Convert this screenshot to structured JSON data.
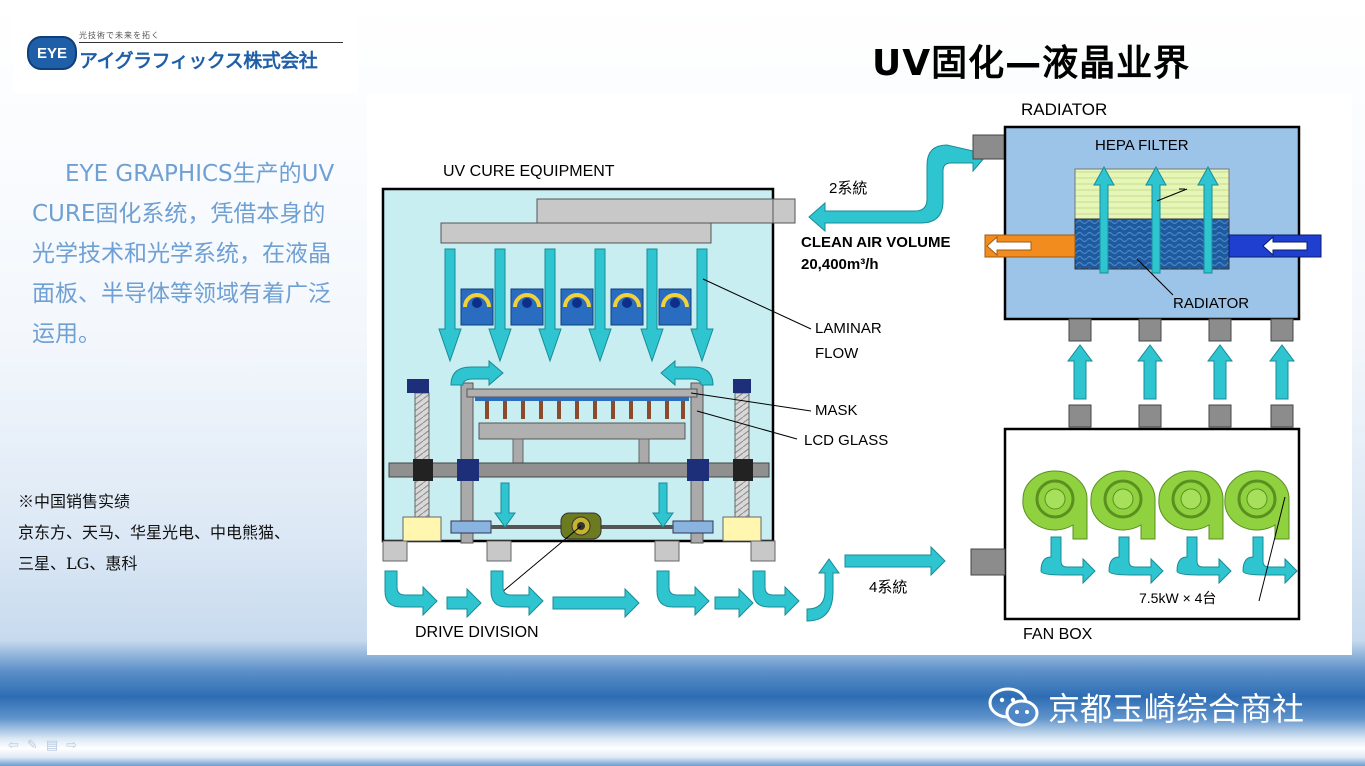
{
  "logo": {
    "badge": "EYE",
    "tagline": "光技術で未来を拓く",
    "company": "アイグラフィックス株式会社"
  },
  "title": "UV固化—液晶业界",
  "description": {
    "line1": "EYE GRAPHICS生产的UV",
    "line2": "CURE固化系统，凭借本身的",
    "line3": "光学技术和光学系统，在液晶",
    "line4": "面板、半导体等领域有着广泛",
    "line5": "运用。"
  },
  "sales": {
    "heading": "※中国销售实绩",
    "line1": "京东方、天马、华星光电、中电熊猫、",
    "line2": "三星、LG、惠科"
  },
  "diagram": {
    "uv_cure_equipment": "UV  CURE  EQUIPMENT",
    "radiator_title": "RADIATOR",
    "hepa_filter": "HEPA FILTER",
    "radiator_label": "RADIATOR",
    "system2": "2系統",
    "clean_air_volume": "CLEAN AIR  VOLUME",
    "airflow": "20,400m³/h",
    "laminar": "LAMINAR",
    "flow": "FLOW",
    "mask": "MASK",
    "lcd_glass": "LCD GLASS",
    "system4": "4系統",
    "fan_spec": "7.5kW  ×  4台",
    "fan_box": "FAN BOX",
    "drive_division": "DRIVE  DIVISION"
  },
  "footer": {
    "brand": "京都玉崎综合商社"
  },
  "colors": {
    "arrow": "#2ec4d0",
    "chamber": "#c9eef2",
    "radiator_box": "#9cc3e8",
    "fan": "#8fd13f",
    "hepa": "#e6f5b8",
    "text_blue": "#6fa0d4"
  }
}
